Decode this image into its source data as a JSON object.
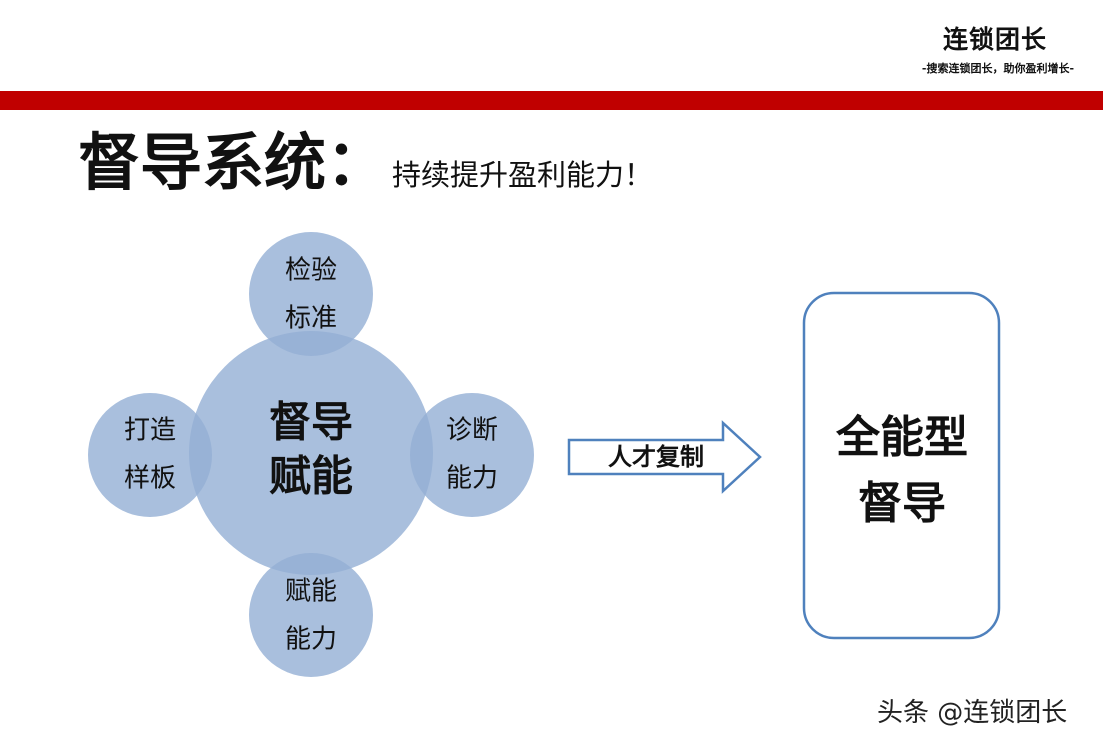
{
  "brand": {
    "title": "连锁团长",
    "slogan": "-搜索连锁团长，助你盈利增长-"
  },
  "heading": {
    "title": "督导系统：",
    "subtitle": "持续提升盈利能力！"
  },
  "diagram": {
    "center": {
      "line1": "督导",
      "line2": "赋能"
    },
    "satellites": {
      "top": {
        "line1": "检验",
        "line2": "标准"
      },
      "left": {
        "line1": "打造",
        "line2": "样板"
      },
      "right": {
        "line1": "诊断",
        "line2": "能力"
      },
      "bottom": {
        "line1": "赋能",
        "line2": "能力"
      }
    },
    "arrow_label": "人才复制",
    "result": {
      "line1": "全能型",
      "line2": "督导"
    }
  },
  "watermark": "头条 @连锁团长",
  "colors": {
    "band": "#c00000",
    "circle_fill": "#93afd5",
    "box_stroke": "#4f81bd",
    "arrow_stroke": "#4f81bd"
  }
}
